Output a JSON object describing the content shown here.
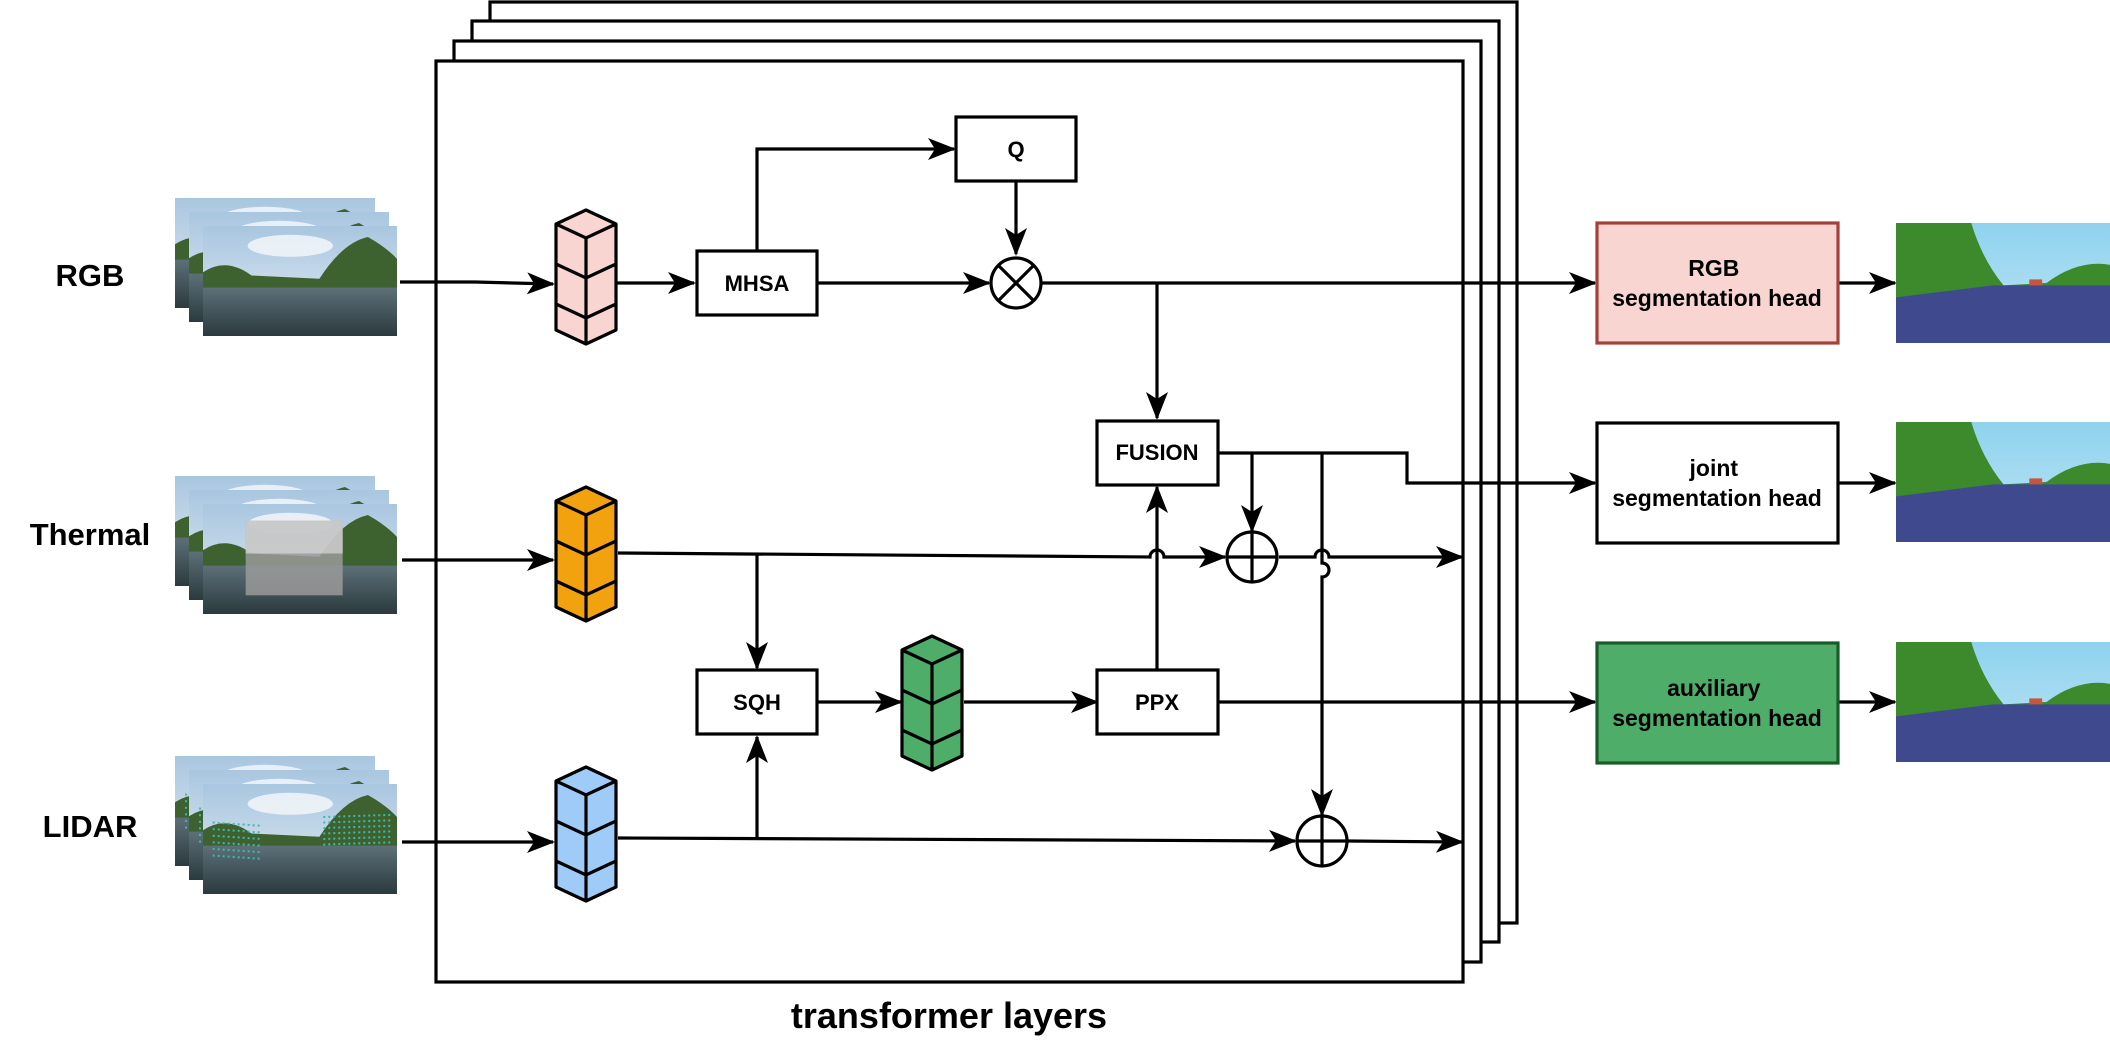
{
  "inputs": {
    "rgb": "RGB",
    "thermal": "Thermal",
    "lidar": "LIDAR"
  },
  "blocks": {
    "q": "Q",
    "mhsa": "MHSA",
    "fusion": "FUSION",
    "sqh": "SQH",
    "ppx": "PPX"
  },
  "heads": {
    "rgb": [
      "RGB",
      "segmentation head"
    ],
    "joint": [
      "joint",
      "segmentation head"
    ],
    "auxiliary": [
      "auxiliary",
      "segmentation head"
    ]
  },
  "title": "transformer layers",
  "colors": {
    "rgb_token": "#f8d5d1",
    "thermal_token": "#f2a20f",
    "lidar_token": "#9ecbf7",
    "fused_token": "#4fad6a",
    "rgb_head_fill": "#f8d5d1",
    "rgb_head_border": "#a3413a",
    "aux_head_fill": "#4fad6a",
    "aux_head_border": "#1a5b2a",
    "water": "#3f4a8e",
    "sky": "#c5dced",
    "trees": "#3e6130"
  }
}
